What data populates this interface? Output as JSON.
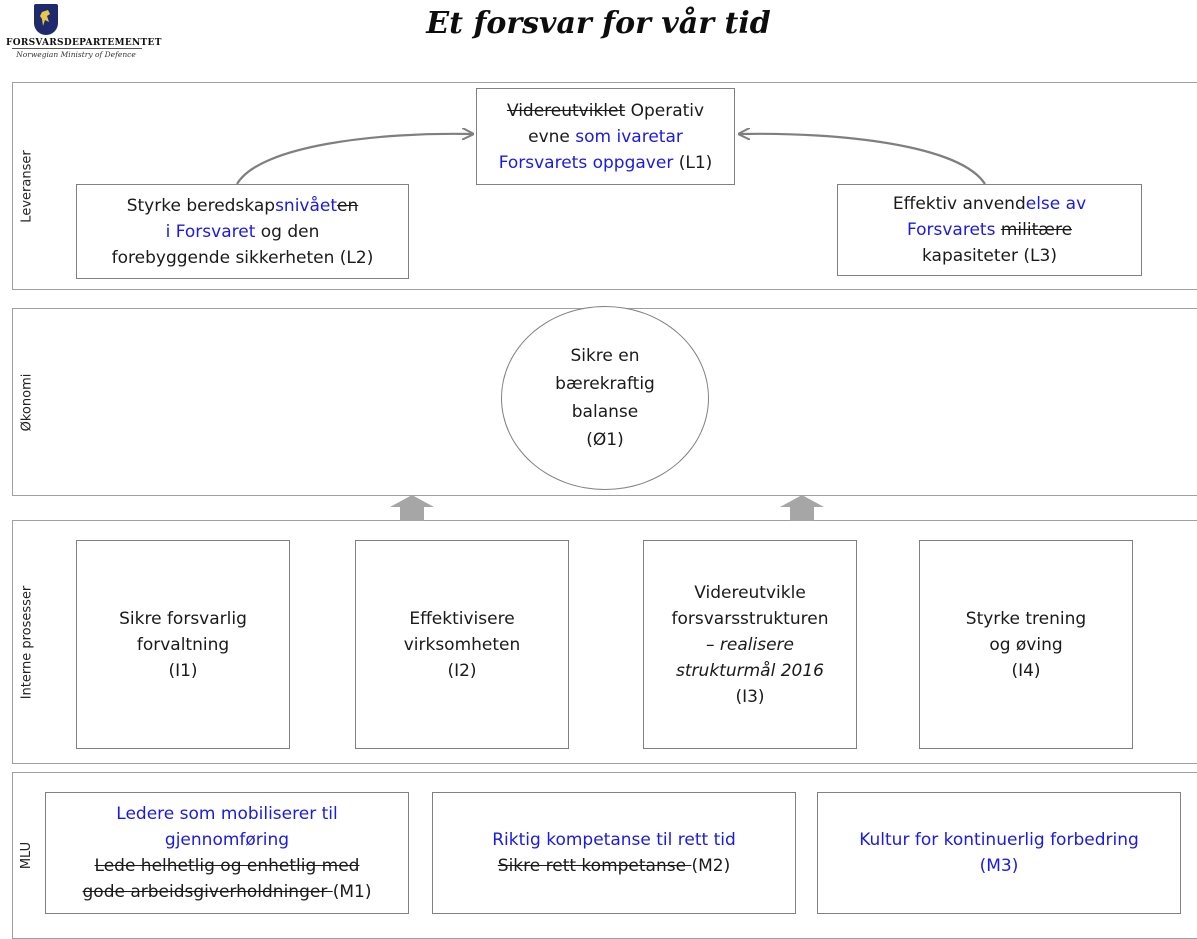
{
  "logo": {
    "name": "FORSVARSDEPARTEMENTET",
    "subtitle": "Norwegian Ministry of Defence"
  },
  "title": "Et forsvar for vår tid",
  "sections": {
    "leveranser": "Leveranser",
    "okonomi": "Økonomi",
    "interne": "Interne prosesser",
    "mlu": "MLU"
  },
  "l1": {
    "s1": "Videreutviklet",
    "t1": " Operativ",
    "t2": "evne ",
    "b1": "som ivaretar",
    "b2": "Forsvarets oppgaver",
    "t3": " (L1)"
  },
  "l2": {
    "t1": "Styrke beredskap",
    "b1": "snivået",
    "s1": "en",
    "b2": "i Forsvaret",
    "t2": " og den",
    "t3": "forebyggende sikkerheten (L2)"
  },
  "l3": {
    "t1": "Effektiv anvend",
    "b1": "else av",
    "b2": "Forsvarets",
    "t2": " ",
    "s1": "militære",
    "t3": "kapasiteter (L3)"
  },
  "o1": {
    "line1": "Sikre en",
    "line2": "bærekraftig",
    "line3": "balanse",
    "line4": "(Ø1)"
  },
  "i1": {
    "line1": "Sikre forsvarlig",
    "line2": "forvaltning",
    "line3": "(I1)"
  },
  "i2": {
    "line1": "Effektivisere",
    "line2": "virksomheten",
    "line3": "(I2)"
  },
  "i3": {
    "line1": "Videreutvikle",
    "line2": "forsvarsstrukturen",
    "line3": "– realisere",
    "line4": "strukturmål 2016",
    "line5": "(I3)"
  },
  "i4": {
    "line1": "Styrke trening",
    "line2": "og øving",
    "line3": "(I4)"
  },
  "m1": {
    "b1": "Ledere som mobiliserer til",
    "b2": "gjennomføring",
    "s1": "Lede helhetlig og enhetlig med",
    "s2": "gode arbeidsgiverholdninger ",
    "t1": "(M1)"
  },
  "m2": {
    "b1": "Riktig kompetanse til rett tid",
    "s1": "Sikre rett kompetanse ",
    "t1": "(M2)"
  },
  "m3": {
    "b1": "Kultur for kontinuerlig forbedring",
    "b2": "(M3)"
  },
  "colors": {
    "blue": "#1a1ae6",
    "border": "#808080",
    "arrow": "#7f7f7f",
    "logo": "#1f2a6e"
  },
  "icons": [
    "lion-crest-icon"
  ]
}
